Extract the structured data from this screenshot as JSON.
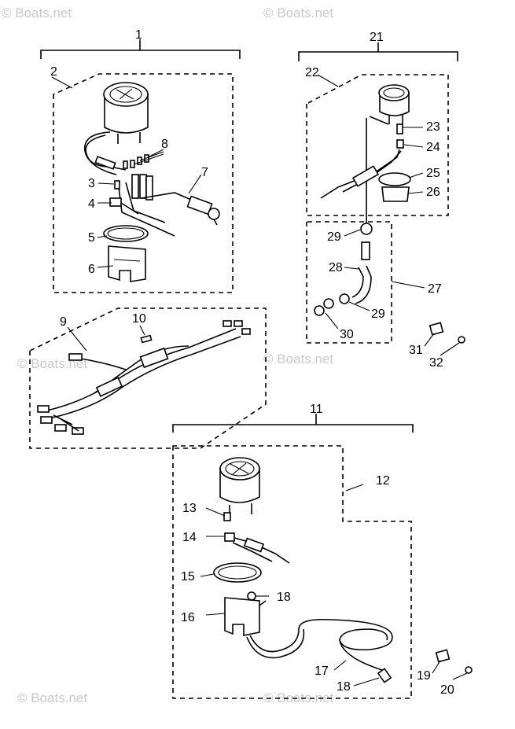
{
  "watermark": "© Boats.net",
  "labels": {
    "l1": "1",
    "l2": "2",
    "l3": "3",
    "l4": "4",
    "l5": "5",
    "l6": "6",
    "l7": "7",
    "l8": "8",
    "l9": "9",
    "l10": "10",
    "l11": "11",
    "l12": "12",
    "l13": "13",
    "l14": "14",
    "l15": "15",
    "l16": "16",
    "l17": "17",
    "l18a": "18",
    "l18b": "18",
    "l19": "19",
    "l20": "20",
    "l21": "21",
    "l22": "22",
    "l23": "23",
    "l24": "24",
    "l25": "25",
    "l26": "26",
    "l27": "27",
    "l28": "28",
    "l29a": "29",
    "l29b": "29",
    "l30": "30",
    "l31": "31",
    "l32": "32"
  }
}
